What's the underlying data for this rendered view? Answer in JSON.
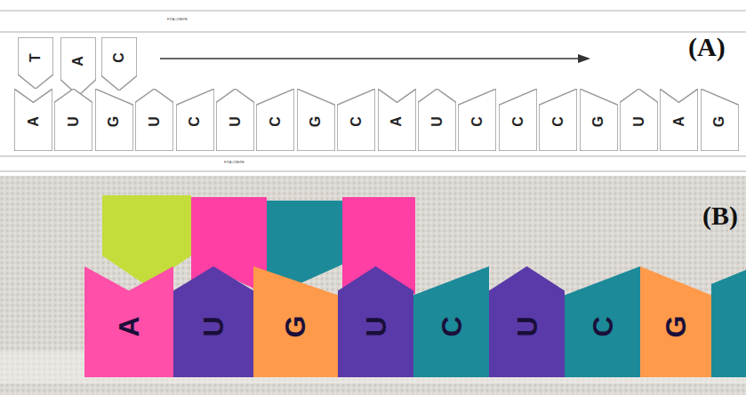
{
  "diagram": {
    "nodes": [
      {
        "text": [
          "T"
        ]
      },
      {
        "text": [
          "A"
        ]
      },
      {
        "text": [
          "C"
        ]
      },
      {
        "text": [
          "A"
        ]
      },
      {
        "text": [
          "U"
        ]
      },
      {
        "text": [
          "G"
        ]
      },
      {
        "text": [
          "U"
        ]
      },
      {
        "text": [
          "C"
        ]
      },
      {
        "text": [
          "U"
        ]
      },
      {
        "text": [
          "C"
        ]
      },
      {
        "text": [
          "G"
        ]
      },
      {
        "text": [
          "C"
        ]
      },
      {
        "text": [
          "A"
        ]
      },
      {
        "text": [
          "U"
        ]
      },
      {
        "text": [
          "C"
        ]
      },
      {
        "text": [
          "C"
        ]
      },
      {
        "text": [
          "C"
        ]
      },
      {
        "text": [
          "G"
        ]
      },
      {
        "text": [
          "U"
        ]
      },
      {
        "text": [
          "A"
        ]
      },
      {
        "text": [
          "G"
        ]
      },
      {
        "text": [
          "A"
        ]
      },
      {
        "text": [
          "U"
        ]
      },
      {
        "text": [
          "G"
        ]
      },
      {
        "text": [
          "U"
        ]
      },
      {
        "text": [
          "C"
        ]
      },
      {
        "text": [
          "U"
        ]
      },
      {
        "text": [
          "C"
        ]
      },
      {
        "text": [
          "G"
        ]
      }
    ],
    "labels": [
      "FITA CREPE",
      "(A)",
      "FITA CREPE",
      "(B)"
    ]
  }
}
